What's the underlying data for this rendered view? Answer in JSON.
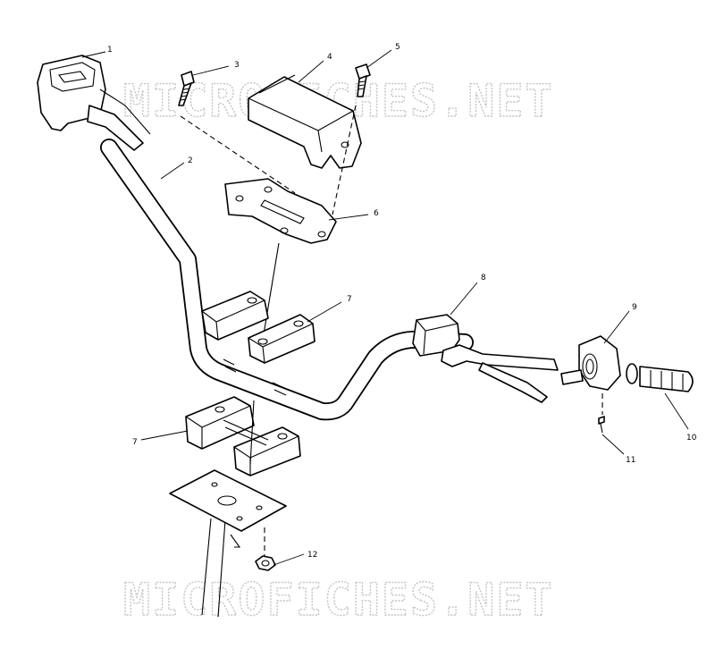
{
  "watermark": {
    "text": "MICROFICHES.NET"
  },
  "callouts": [
    {
      "id": "1",
      "label": "1"
    },
    {
      "id": "2",
      "label": "2"
    },
    {
      "id": "3",
      "label": "3"
    },
    {
      "id": "4",
      "label": "4"
    },
    {
      "id": "5",
      "label": "5"
    },
    {
      "id": "6",
      "label": "6"
    },
    {
      "id": "7a",
      "label": "7"
    },
    {
      "id": "7b",
      "label": "7"
    },
    {
      "id": "8",
      "label": "8"
    },
    {
      "id": "9",
      "label": "9"
    },
    {
      "id": "10",
      "label": "10"
    },
    {
      "id": "11",
      "label": "11"
    },
    {
      "id": "12",
      "label": "12"
    }
  ]
}
